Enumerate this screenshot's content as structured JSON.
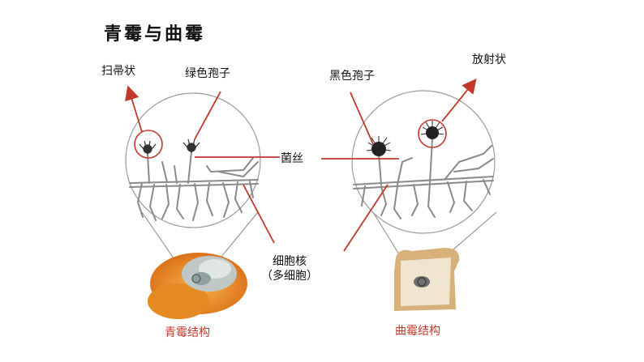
{
  "title": "青霉与曲霉",
  "labels": {
    "broom": "扫帚状",
    "green_spore": "绿色孢子",
    "black_spore": "黑色孢子",
    "radial": "放射状",
    "hyphae": "菌丝",
    "nucleus": "细胞核",
    "multicell": "（多细胞）"
  },
  "captions": {
    "penicillium": "青霉结构",
    "aspergillus": "曲霉结构"
  },
  "colors": {
    "pointer": "#c0392b",
    "caption": "#c0392b",
    "lens_border": "#9a9a9a",
    "hypha": "#8a8a8a"
  }
}
